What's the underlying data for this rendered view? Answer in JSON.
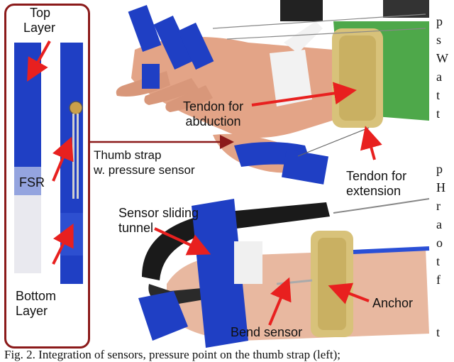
{
  "figure": {
    "left_panel": {
      "top_label_line1": "Top",
      "top_label_line2": "Layer",
      "fsr_label": "FSR",
      "bottom_label_line1": "Bottom",
      "bottom_label_line2": "Layer"
    },
    "hand_photo": {
      "tendon_abduction_line1": "Tendon for",
      "tendon_abduction_line2": "abduction",
      "thumb_strap_line1": "Thumb strap",
      "thumb_strap_line2": "w. pressure sensor",
      "tendon_extension_line1": "Tendon for",
      "tendon_extension_line2": "extension"
    },
    "finger_photo": {
      "sensor_tunnel_line1": "Sensor sliding",
      "sensor_tunnel_line2": "tunnel",
      "anchor_label": "Anchor",
      "bend_sensor_label": "Bend sensor"
    },
    "caption_fragment": "Fig. 2.   Integration of sensors, pressure point on the thumb strap (left);",
    "colors": {
      "frame": "#8b1a1a",
      "arrow": "#e8201f",
      "strap_blue": "#1f3fc4",
      "velcro_tan": "#d8c27a"
    }
  },
  "side_text_fragments": [
    "p",
    "s",
    "W",
    "a",
    "t",
    "t",
    "p",
    "H",
    "r",
    "a",
    "o",
    "t",
    "f",
    "t"
  ]
}
